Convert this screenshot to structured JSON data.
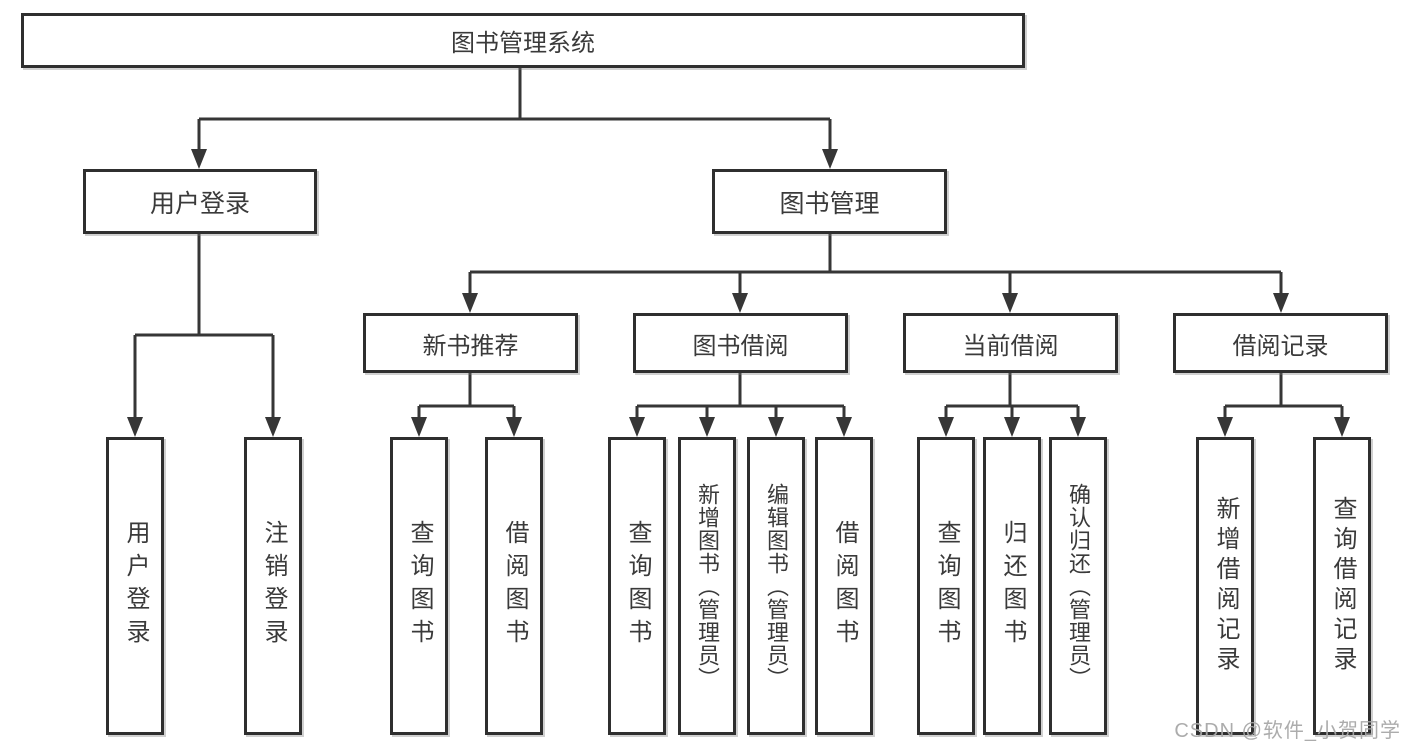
{
  "diagram": {
    "root": {
      "label": "图书管理系统"
    },
    "branches": {
      "user_login": {
        "label": "用户登录",
        "children": [
          {
            "label": "用户登录"
          },
          {
            "label": "注销登录"
          }
        ]
      },
      "book_mgmt": {
        "label": "图书管理",
        "groups": [
          {
            "label": "新书推荐",
            "children": [
              {
                "label": "查询图书"
              },
              {
                "label": "借阅图书"
              }
            ]
          },
          {
            "label": "图书借阅",
            "children": [
              {
                "label": "查询图书"
              },
              {
                "label": "新增图书（管理员）"
              },
              {
                "label": "编辑图书（管理员）"
              },
              {
                "label": "借阅图书"
              }
            ]
          },
          {
            "label": "当前借阅",
            "children": [
              {
                "label": "查询图书"
              },
              {
                "label": "归还图书"
              },
              {
                "label": "确认归还（管理员）"
              }
            ]
          },
          {
            "label": "借阅记录",
            "children": [
              {
                "label": "新增借阅记录"
              },
              {
                "label": "查询借阅记录"
              }
            ]
          }
        ]
      }
    }
  },
  "watermark": "CSDN @软件_小贺同学",
  "colors": {
    "border": "#2f2f2f",
    "line": "#363636",
    "text": "#3a3a3a",
    "watermark": "#a8a8a8",
    "background": "#ffffff"
  }
}
